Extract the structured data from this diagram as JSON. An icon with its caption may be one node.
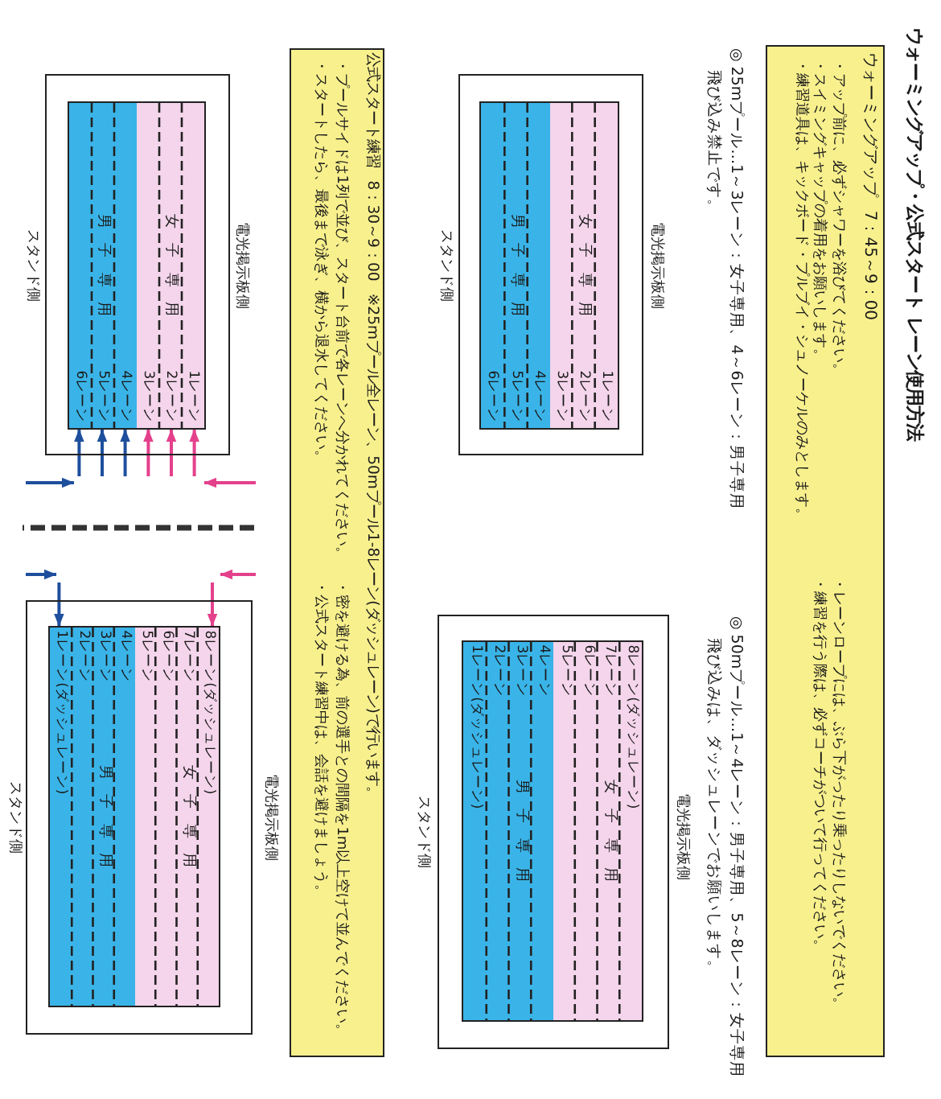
{
  "diagram": {
    "title": "ウォーミングアップ・公式スタート レーン使用方法",
    "nodes": [
      {
        "text": [
          "ウォーミングアップ 7：45～9：00",
          "・アップ前に、必ずシャワーを浴びてください。",
          "・スイミングキャップの着用をお願いします。",
          "・練習道具は、キックボード・プルブイ・シュノーケルのみとします。",
          "・レーンロープには、ぶら下がったり乗ったりしないでください。",
          "・練習を行う際は、必ずコーチがついて行ってください。"
        ]
      },
      {
        "text": [],
        "shape": "box",
        "beside": [
          "電光掲示板側",
          "スタンド側"
        ]
      },
      {
        "text": [
          "1レーン",
          "女 子 専 用",
          "2レーン",
          "3レーン"
        ],
        "in": 1
      },
      {
        "text": [
          "4レーン",
          "男 子 専 用",
          "5レーン",
          "6レーン"
        ],
        "in": 1
      },
      {
        "text": [],
        "shape": "box",
        "beside": [
          "電光掲示板側",
          "スタンド側"
        ]
      },
      {
        "text": [
          "8レーン(ダッシュレーン)",
          "7レーン",
          "女 子 専 用",
          "6レーン",
          "5レーン"
        ],
        "in": 4
      },
      {
        "text": [
          "4レーン",
          "3レーン",
          "男 子 専 用",
          "2レーン",
          "1レーン(ダッシュレーン)"
        ],
        "in": 4
      },
      {
        "text": [
          "公式スタート練習 8：30～9：00 ※25mプール全レーン、50mプール1-8レーン(ダッシュレーン)で行います。",
          "・プールサイドは1列で並び、スタート台前で各レーンへ分かれてください。",
          "・スタートしたら、最後まで泳ぎ、横から退水してください。",
          "・密を避ける為、前の選手との間隔を1m以上空けて並んでください。",
          "・公式スタート練習中は、会話を避けましょう。"
        ]
      },
      {
        "text": [],
        "shape": "box",
        "beside": [
          "電光掲示板側",
          "スタンド側"
        ]
      },
      {
        "text": [
          "1レーン",
          "女 子 専 用",
          "2レーン",
          "3レーン"
        ],
        "in": 8
      },
      {
        "text": [
          "4レーン",
          "男 子 専 用",
          "5レーン",
          "6レーン"
        ],
        "in": 8
      },
      {
        "text": [],
        "shape": "box",
        "beside": [
          "電光掲示板側",
          "スタンド側"
        ]
      },
      {
        "text": [
          "8レーン(ダッシュレーン)",
          "7レーン",
          "女 子 専 用",
          "6レーン",
          "5レーン"
        ],
        "in": 11
      },
      {
        "text": [
          "4レーン",
          "3レーン",
          "男 子 専 用",
          "2レーン",
          "1レーン(ダッシュレーン)"
        ],
        "in": 11
      }
    ],
    "edges": [
      {
        "from": null,
        "to": 9,
        "arrow": "to",
        "color": "#e4418c"
      },
      {
        "from": null,
        "to": 9,
        "arrow": "to",
        "color": "#e4418c"
      },
      {
        "from": null,
        "to": 9,
        "arrow": "to",
        "color": "#e4418c"
      },
      {
        "from": null,
        "to": 10,
        "arrow": "to",
        "color": "#1e4f9d"
      },
      {
        "from": null,
        "to": 10,
        "arrow": "to",
        "color": "#1e4f9d"
      },
      {
        "from": null,
        "to": 10,
        "arrow": "to",
        "color": "#1e4f9d"
      },
      {
        "from": null,
        "to": 12,
        "arrow": "to",
        "color": "#e4418c"
      },
      {
        "from": null,
        "to": 13,
        "arrow": "to",
        "color": "#1e4f9d"
      }
    ],
    "labels": [
      "◎ 25mプール…1～3レーン：女子専用、4～6レーン：男子専用飛び込み禁止です。",
      "◎ 50mプール…1～4レーン：男子専用、5～8レーン：女子専用飛び込みは、ダッシュレーンでお願いします。"
    ]
  }
}
